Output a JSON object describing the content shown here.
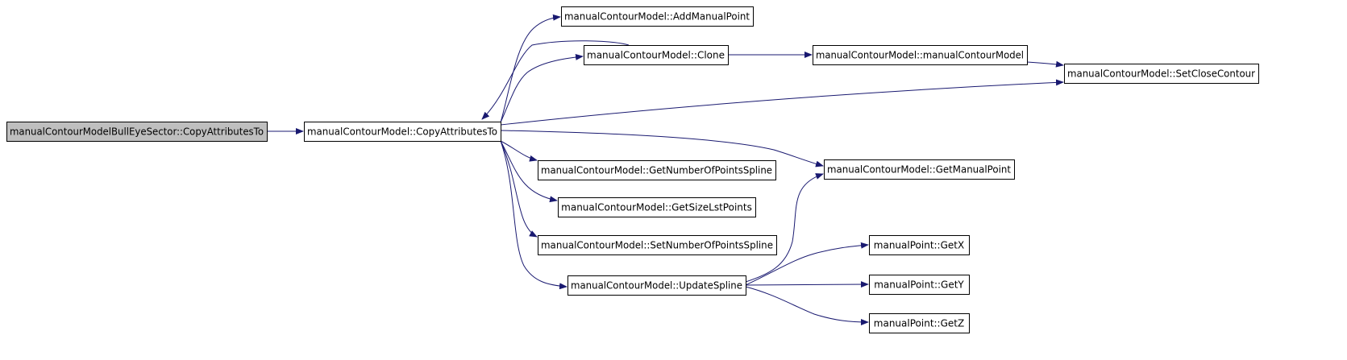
{
  "graph": {
    "edge_color": "#191970",
    "root_fill": "#bfbfbf",
    "node_fill": "#ffffff",
    "nodes": [
      {
        "id": "root",
        "label": "manualContourModelBullEyeSector::CopyAttributesTo",
        "root": true
      },
      {
        "id": "copy",
        "label": "manualContourModel::CopyAttributesTo"
      },
      {
        "id": "add",
        "label": "manualContourModel::AddManualPoint"
      },
      {
        "id": "clone",
        "label": "manualContourModel::Clone"
      },
      {
        "id": "ctor",
        "label": "manualContourModel::manualContourModel"
      },
      {
        "id": "setclose",
        "label": "manualContourModel::SetCloseContour"
      },
      {
        "id": "getnum",
        "label": "manualContourModel::GetNumberOfPointsSpline"
      },
      {
        "id": "getmp",
        "label": "manualContourModel::GetManualPoint"
      },
      {
        "id": "getsize",
        "label": "manualContourModel::GetSizeLstPoints"
      },
      {
        "id": "setnum",
        "label": "manualContourModel::SetNumberOfPointsSpline"
      },
      {
        "id": "update",
        "label": "manualContourModel::UpdateSpline"
      },
      {
        "id": "gx",
        "label": "manualPoint::GetX"
      },
      {
        "id": "gy",
        "label": "manualPoint::GetY"
      },
      {
        "id": "gz",
        "label": "manualPoint::GetZ"
      }
    ],
    "edges": [
      {
        "from": "root",
        "to": "copy"
      },
      {
        "from": "copy",
        "to": "add"
      },
      {
        "from": "copy",
        "to": "clone"
      },
      {
        "from": "clone",
        "to": "copy"
      },
      {
        "from": "clone",
        "to": "ctor"
      },
      {
        "from": "ctor",
        "to": "setclose"
      },
      {
        "from": "copy",
        "to": "setclose"
      },
      {
        "from": "copy",
        "to": "getmp"
      },
      {
        "from": "copy",
        "to": "getnum"
      },
      {
        "from": "copy",
        "to": "getsize"
      },
      {
        "from": "copy",
        "to": "setnum"
      },
      {
        "from": "copy",
        "to": "update"
      },
      {
        "from": "update",
        "to": "getmp"
      },
      {
        "from": "update",
        "to": "gx"
      },
      {
        "from": "update",
        "to": "gy"
      },
      {
        "from": "update",
        "to": "gz"
      }
    ]
  }
}
